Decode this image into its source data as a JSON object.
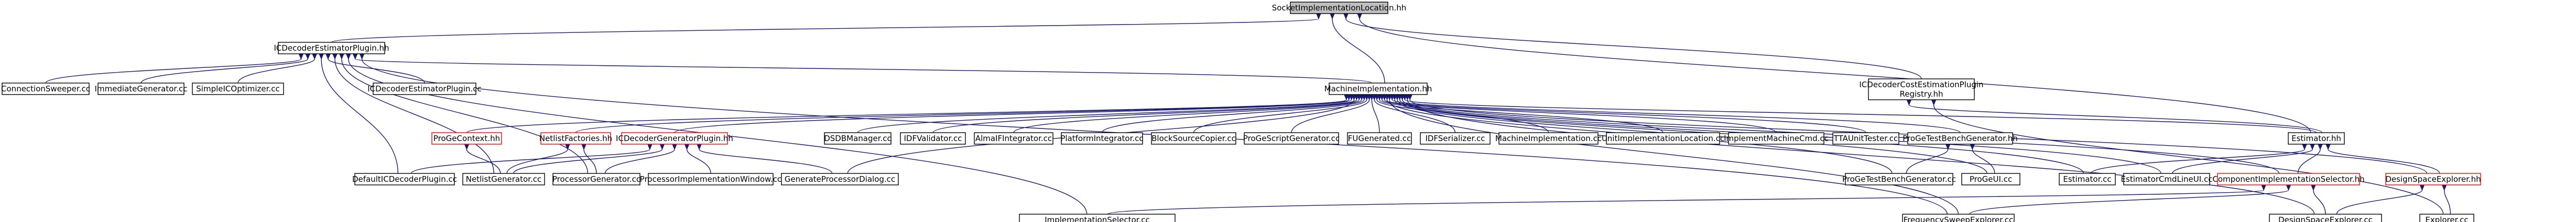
{
  "graph": {
    "type": "include-dependency-graph",
    "edge_color": "#191970",
    "node_border_color": "#000000",
    "missing_node_border_color": "#ff0000",
    "root_fill_color": "#bfbfbf",
    "nodes": [
      {
        "id": "n0",
        "lines": [
          "SocketImplementationLocation.hh"
        ],
        "root": true
      },
      {
        "id": "n1",
        "lines": [
          "ICDecoderEstimatorPlugin.hh"
        ]
      },
      {
        "id": "n2",
        "lines": [
          "ConnectionSweeper.cc"
        ]
      },
      {
        "id": "n3",
        "lines": [
          "ImmediateGenerator.cc"
        ]
      },
      {
        "id": "n4",
        "lines": [
          "SimpleICOptimizer.cc"
        ]
      },
      {
        "id": "n5",
        "lines": [
          "ICDecoderEstimatorPlugin.cc"
        ]
      },
      {
        "id": "n6",
        "lines": [
          "MachineImplementation.hh"
        ]
      },
      {
        "id": "n7",
        "lines": [
          "ICDecoderCostEstimationPlugin",
          "Registry.hh"
        ]
      },
      {
        "id": "n8",
        "lines": [
          "ProGeContext.hh"
        ],
        "red": true
      },
      {
        "id": "n9",
        "lines": [
          "NetlistFactories.hh"
        ],
        "red": true
      },
      {
        "id": "n10",
        "lines": [
          "ICDecoderGeneratorPlugin.hh"
        ],
        "red": true
      },
      {
        "id": "n11",
        "lines": [
          "DSDBManager.cc"
        ]
      },
      {
        "id": "n12",
        "lines": [
          "IDFValidator.cc"
        ]
      },
      {
        "id": "n13",
        "lines": [
          "AlmaIFIntegrator.cc"
        ]
      },
      {
        "id": "n14",
        "lines": [
          "PlatformIntegrator.cc"
        ]
      },
      {
        "id": "n15",
        "lines": [
          "BlockSourceCopier.cc"
        ]
      },
      {
        "id": "n16",
        "lines": [
          "ProGeScriptGenerator.cc"
        ]
      },
      {
        "id": "n17",
        "lines": [
          "FUGenerated.cc"
        ]
      },
      {
        "id": "n18",
        "lines": [
          "IDFSerializer.cc"
        ]
      },
      {
        "id": "n19",
        "lines": [
          "MachineImplementation.cc"
        ]
      },
      {
        "id": "n20",
        "lines": [
          "UnitImplementationLocation.cc"
        ]
      },
      {
        "id": "n21",
        "lines": [
          "ImplementMachineCmd.cc"
        ]
      },
      {
        "id": "n22",
        "lines": [
          "TTAUnitTester.cc"
        ]
      },
      {
        "id": "n23",
        "lines": [
          "ProGeTestBenchGenerator.hh"
        ]
      },
      {
        "id": "n24",
        "lines": [
          "Estimator.hh"
        ]
      },
      {
        "id": "n25",
        "lines": [
          "DefaultICDecoderPlugin.cc"
        ]
      },
      {
        "id": "n26",
        "lines": [
          "NetlistGenerator.cc"
        ]
      },
      {
        "id": "n27",
        "lines": [
          "ProcessorGenerator.cc"
        ]
      },
      {
        "id": "n28",
        "lines": [
          "ProcessorImplementationWindow.cc"
        ]
      },
      {
        "id": "n29",
        "lines": [
          "GenerateProcessorDialog.cc"
        ]
      },
      {
        "id": "n30",
        "lines": [
          "ProGeTestBenchGenerator.cc"
        ]
      },
      {
        "id": "n31",
        "lines": [
          "ProGeUI.cc"
        ]
      },
      {
        "id": "n32",
        "lines": [
          "Estimator.cc"
        ]
      },
      {
        "id": "n33",
        "lines": [
          "EstimatorCmdLineUI.cc"
        ]
      },
      {
        "id": "n34",
        "lines": [
          "ComponentImplementationSelector.hh"
        ],
        "red": true
      },
      {
        "id": "n35",
        "lines": [
          "DesignSpaceExplorer.hh"
        ],
        "red": true
      },
      {
        "id": "n36",
        "lines": [
          "ImplementationSelector.cc"
        ]
      },
      {
        "id": "n37",
        "lines": [
          "FrequencySweepExplorer.cc"
        ]
      },
      {
        "id": "n38",
        "lines": [
          "DesignSpaceExplorer.cc"
        ]
      },
      {
        "id": "n39",
        "lines": [
          "Explorer.cc"
        ]
      }
    ]
  }
}
